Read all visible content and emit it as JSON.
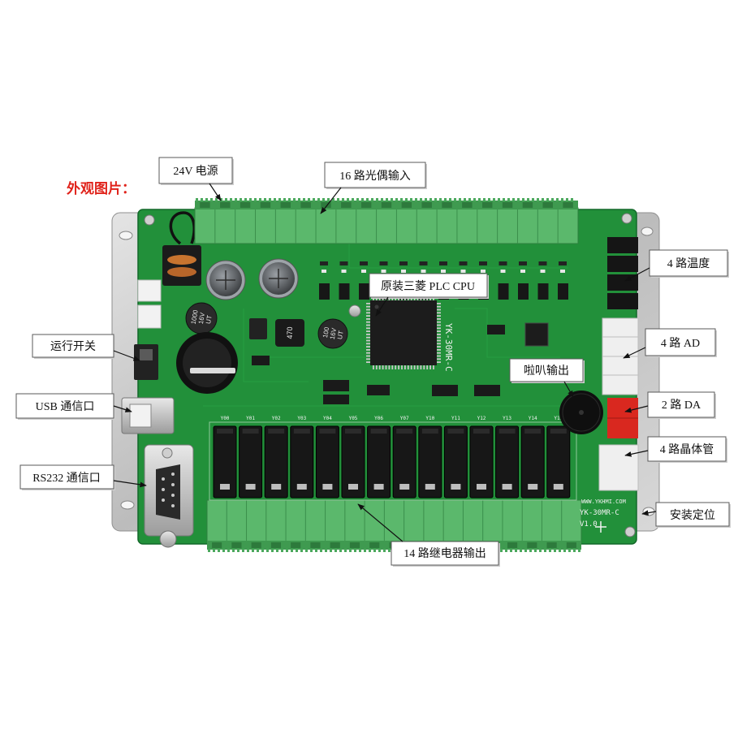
{
  "title": "外观图片：",
  "colors": {
    "title": "#e0231b",
    "pcb": "#22903a",
    "terminal": "#5bb86c"
  },
  "callouts": {
    "power": "24V 电源",
    "inputs": "16 路光偶输入",
    "cpu": "原装三菱 PLC CPU",
    "run_switch": "运行开关",
    "usb": "USB 通信口",
    "rs232": "RS232 通信口",
    "temperature": "4 路温度",
    "ad": "4 路 AD",
    "speaker": "啦叭输出",
    "da": "2 路 DA",
    "transistor": "4 路晶体管",
    "mounting": "安装定位",
    "relay_outputs": "14 路继电器输出"
  },
  "board_markings": {
    "model_vertical": "YK-30MR-C",
    "website": "WWW.YKHMI.COM",
    "model": "YK-30MR-C",
    "version": "V1.0",
    "cap_large": [
      "1000",
      "16V",
      "UT"
    ],
    "cap_small": [
      "100",
      "16V",
      "UT"
    ],
    "inductor": "470",
    "relay_labels": [
      "Y00",
      "Y01",
      "Y02",
      "Y03",
      "Y04",
      "Y05",
      "Y06",
      "Y07",
      "Y10",
      "Y11",
      "Y12",
      "Y13",
      "Y14",
      "Y15"
    ]
  }
}
